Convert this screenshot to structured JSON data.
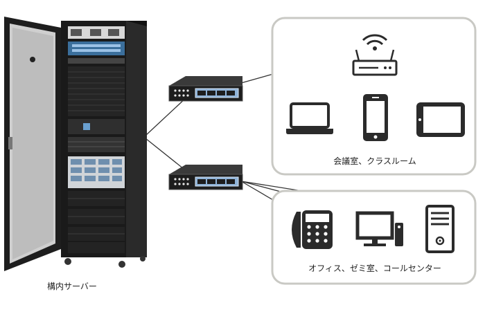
{
  "server": {
    "caption": "構内サーバー"
  },
  "panel_top": {
    "caption": "会議室、クラスルーム",
    "devices": [
      "wifi-router",
      "laptop",
      "smartphone",
      "tablet"
    ]
  },
  "panel_bottom": {
    "caption": "オフィス、ゼミ室、コールセンター",
    "devices": [
      "ip-phone",
      "desktop-monitor",
      "pc-tower"
    ]
  },
  "colors": {
    "panel_border": "#c9c9c4",
    "panel_fill": "#ffffff",
    "icon": "#2b2b2b",
    "switch_port": "#8fb3d8",
    "rack": "#1c1c1c"
  }
}
